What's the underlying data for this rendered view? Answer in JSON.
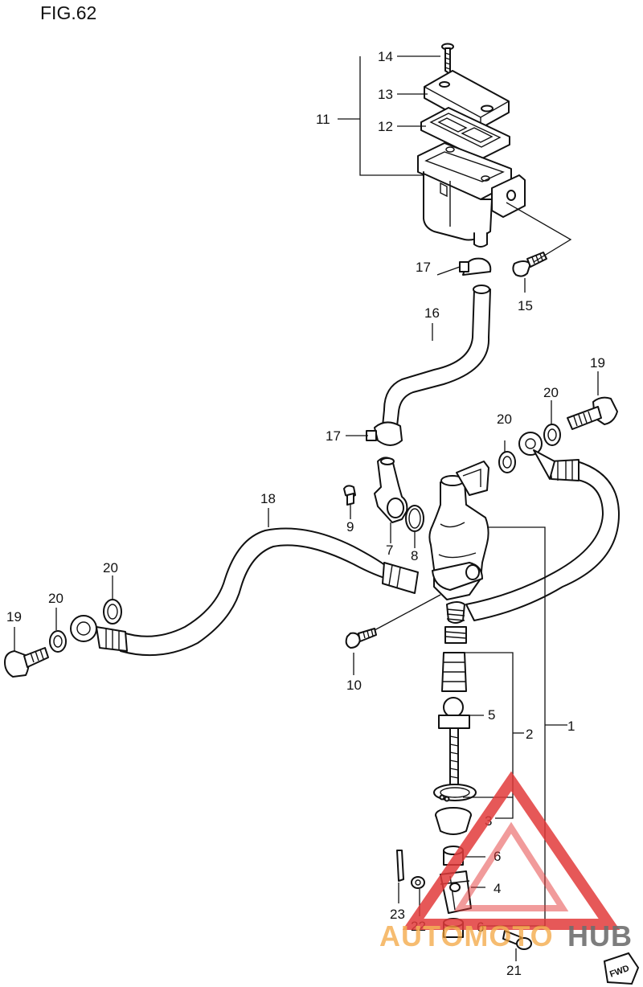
{
  "figure": {
    "title": "FIG.62"
  },
  "callouts": [
    {
      "id": "c1",
      "text": "1"
    },
    {
      "id": "c2",
      "text": "2"
    },
    {
      "id": "c3",
      "text": "3"
    },
    {
      "id": "c4",
      "text": "4"
    },
    {
      "id": "c5",
      "text": "5"
    },
    {
      "id": "c6a",
      "text": "6"
    },
    {
      "id": "c6b",
      "text": "6"
    },
    {
      "id": "c7",
      "text": "7"
    },
    {
      "id": "c8",
      "text": "8"
    },
    {
      "id": "c9",
      "text": "9"
    },
    {
      "id": "c10",
      "text": "10"
    },
    {
      "id": "c11",
      "text": "11"
    },
    {
      "id": "c12",
      "text": "12"
    },
    {
      "id": "c13",
      "text": "13"
    },
    {
      "id": "c14",
      "text": "14"
    },
    {
      "id": "c15",
      "text": "15"
    },
    {
      "id": "c16",
      "text": "16"
    },
    {
      "id": "c17a",
      "text": "17"
    },
    {
      "id": "c17b",
      "text": "17"
    },
    {
      "id": "c18",
      "text": "18"
    },
    {
      "id": "c19a",
      "text": "19"
    },
    {
      "id": "c19b",
      "text": "19"
    },
    {
      "id": "c20a",
      "text": "20"
    },
    {
      "id": "c20b",
      "text": "20"
    },
    {
      "id": "c20c",
      "text": "20"
    },
    {
      "id": "c20d",
      "text": "20"
    },
    {
      "id": "c21",
      "text": "21"
    },
    {
      "id": "c22",
      "text": "22"
    },
    {
      "id": "c23",
      "text": "23"
    }
  ],
  "watermark": {
    "part1": "AUTOMOTO",
    "part2": "HUB",
    "color_red": "#e23b3b",
    "color_orange": "#f2a23a",
    "color_gray": "#555555"
  },
  "corner_tag": {
    "text": "FWD"
  }
}
